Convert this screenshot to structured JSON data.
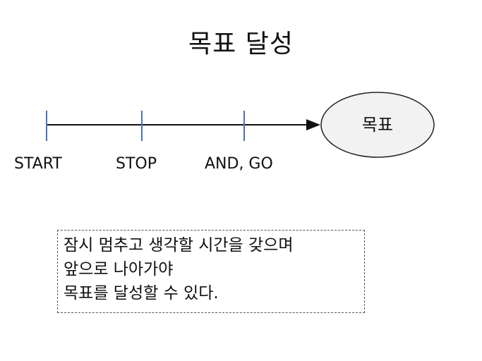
{
  "title": "목표 달성",
  "stages": [
    "START",
    "STOP",
    "AND, GO"
  ],
  "goal": "목표",
  "note": {
    "lines": [
      "잠시 멈추고 생각할 시간을 갖으며",
      "앞으로 나아가야",
      "목표를 달성할 수 있다."
    ]
  },
  "colors": {
    "tick": "#4a72b8",
    "line": "#111111",
    "goal_fill": "#f2f2f2"
  }
}
